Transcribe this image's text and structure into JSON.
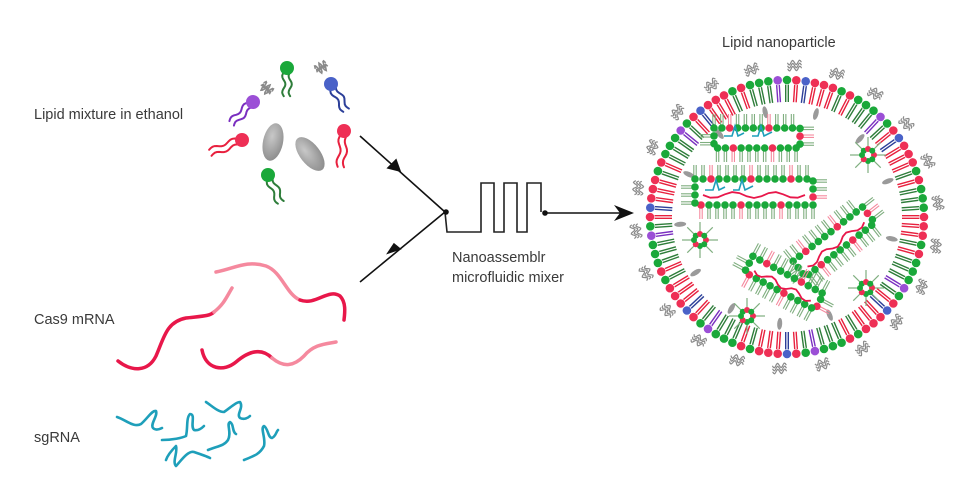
{
  "labels": {
    "lipid_mixture": "Lipid mixture in ethanol",
    "cas9": "Cas9 mRNA",
    "sgrna": "sgRNA",
    "mixer_line1": "Nanoassemblr",
    "mixer_line2": "microfluidic mixer",
    "lnp": "Lipid nanoparticle"
  },
  "colors": {
    "text": "#3a3a3a",
    "arrow": "#111111",
    "green": "#1aa83a",
    "green_tail": "#2e7d3a",
    "blue": "#4a62c8",
    "blue_tail": "#2c3f99",
    "purple": "#9b4fd6",
    "purple_tail": "#7a2fc0",
    "red": "#ee2f55",
    "red_tail": "#e8203e",
    "cholesterol": "#9a9a9a",
    "peg": "#8a8a8a",
    "mrna_dark": "#e8174a",
    "mrna_light": "#f5899e",
    "sgrna": "#1e9fba",
    "inner_tail": "#7fae7f"
  },
  "components": [
    {
      "id": "ionizable-lipid",
      "color": "red"
    },
    {
      "id": "helper-lipid",
      "color": "green"
    },
    {
      "id": "peg-lipid",
      "color": "blue"
    },
    {
      "id": "peg-lipid-alt",
      "color": "purple"
    },
    {
      "id": "cholesterol",
      "color": "cholesterol"
    }
  ]
}
